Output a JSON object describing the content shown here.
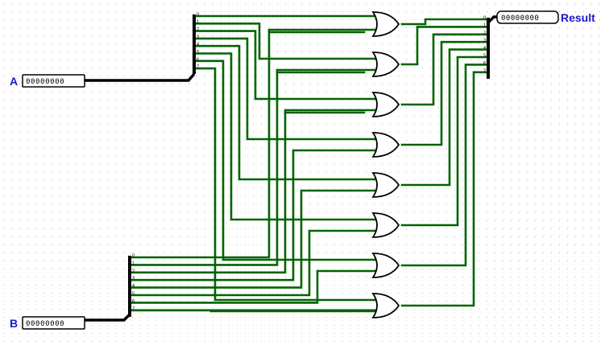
{
  "circuit": {
    "inputs": [
      {
        "name": "A",
        "value": "00000000"
      },
      {
        "name": "B",
        "value": "00000000"
      }
    ],
    "output": {
      "name": "Result",
      "value": "00000000"
    },
    "gate_type": "OR",
    "gate_count": 8,
    "bus_width": 8,
    "colors": {
      "wire": "#006400",
      "bus": "#000000",
      "label": "#1a1acc",
      "grid_dot": "#b8b8b8",
      "background": "#ffffff"
    }
  }
}
